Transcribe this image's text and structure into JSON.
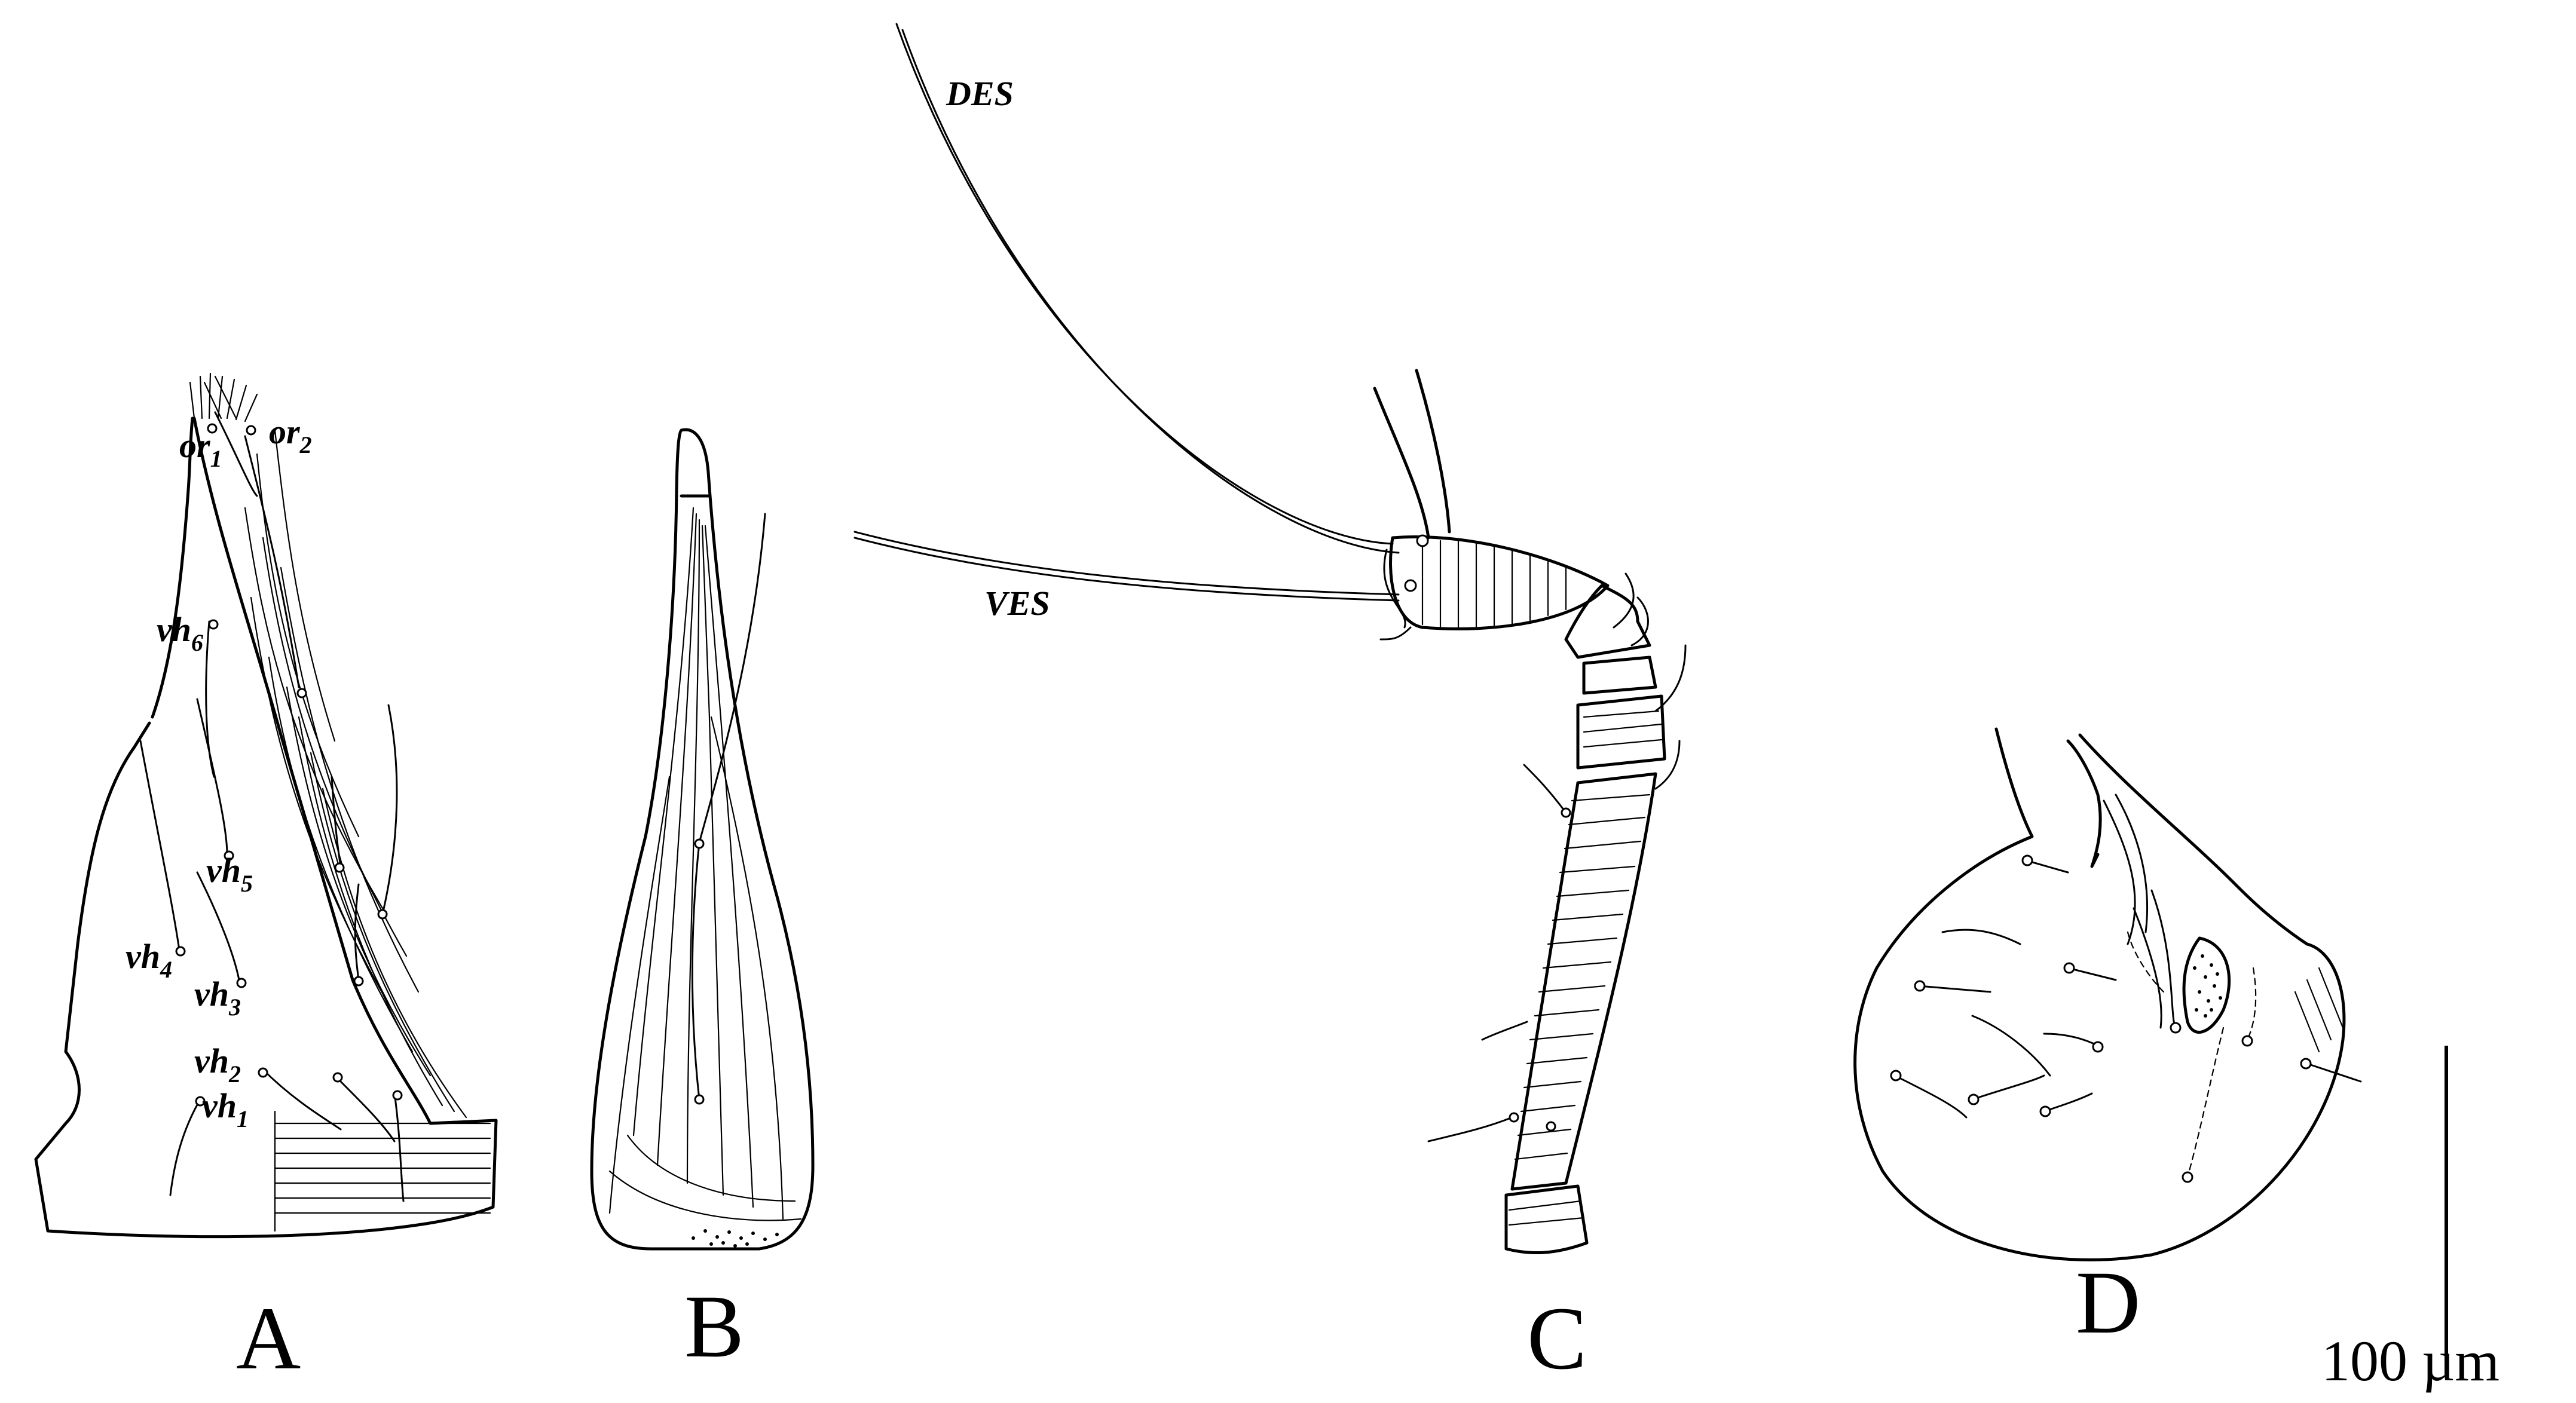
{
  "panels": [
    {
      "letter": "A"
    },
    {
      "letter": "B"
    },
    {
      "letter": "C"
    },
    {
      "letter": "D"
    }
  ],
  "setae_A": [
    {
      "base": "or",
      "sub": "1"
    },
    {
      "base": "or",
      "sub": "2"
    },
    {
      "base": "vh",
      "sub": "6"
    },
    {
      "base": "vh",
      "sub": "5"
    },
    {
      "base": "vh",
      "sub": "4"
    },
    {
      "base": "vh",
      "sub": "3"
    },
    {
      "base": "vh",
      "sub": "2"
    },
    {
      "base": "vh",
      "sub": "1"
    }
  ],
  "setae_C": [
    "DES",
    "VES"
  ],
  "scale_bar": {
    "label": "100 µm"
  }
}
